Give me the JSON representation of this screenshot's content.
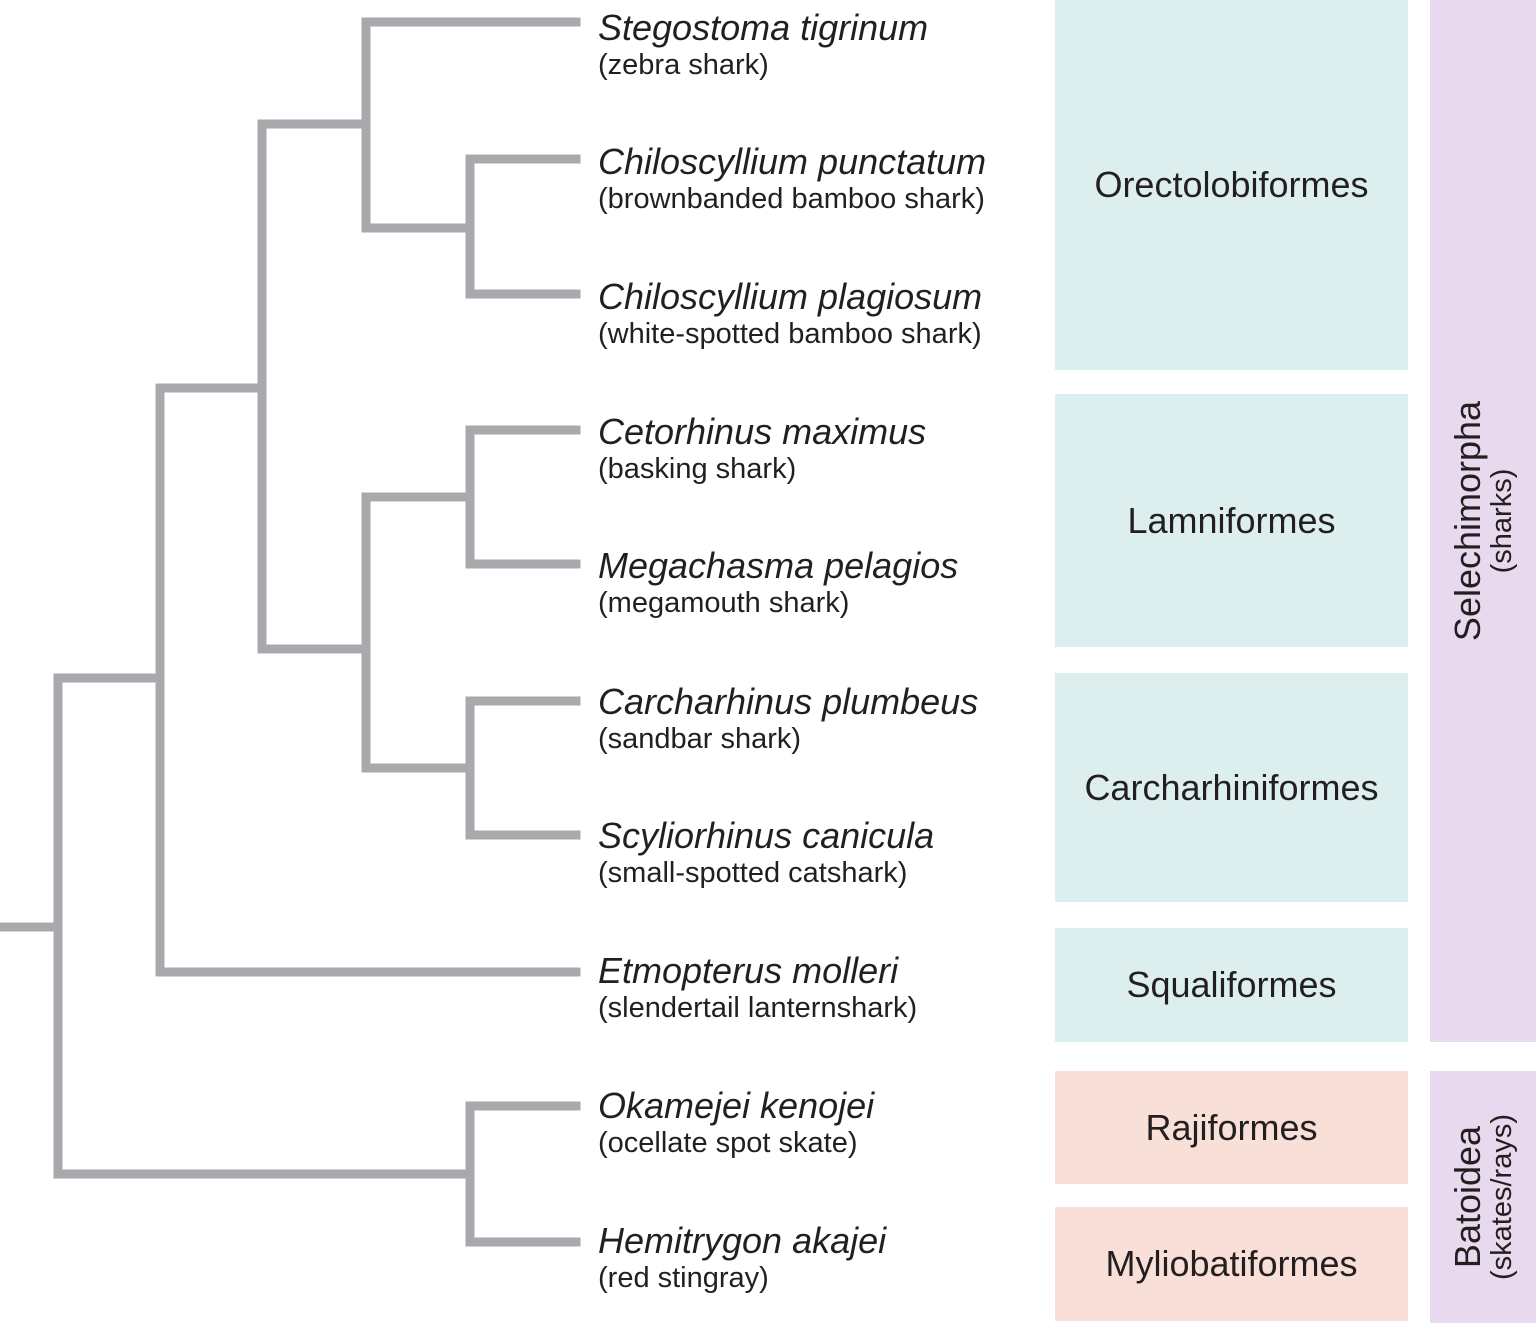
{
  "taxa": [
    {
      "scientific": "Stegostoma tigrinum",
      "common": "(zebra shark)"
    },
    {
      "scientific": "Chiloscyllium punctatum",
      "common": "(brownbanded bamboo shark)"
    },
    {
      "scientific": "Chiloscyllium plagiosum",
      "common": "(white-spotted bamboo shark)"
    },
    {
      "scientific": "Cetorhinus maximus",
      "common": "(basking shark)"
    },
    {
      "scientific": "Megachasma pelagios",
      "common": "(megamouth shark)"
    },
    {
      "scientific": "Carcharhinus plumbeus",
      "common": "(sandbar shark)"
    },
    {
      "scientific": "Scyliorhinus canicula",
      "common": "(small-spotted catshark)"
    },
    {
      "scientific": "Etmopterus molleri",
      "common": "(slendertail lanternshark)"
    },
    {
      "scientific": "Okamejei kenojei",
      "common": "(ocellate spot skate)"
    },
    {
      "scientific": "Hemitrygon akajei",
      "common": "(red stingray)"
    }
  ],
  "orders": [
    {
      "name": "Orectolobiformes",
      "taxa_count": 3,
      "color": "#dcefee"
    },
    {
      "name": "Lamniformes",
      "taxa_count": 2,
      "color": "#dcefee"
    },
    {
      "name": "Carcharhiniformes",
      "taxa_count": 2,
      "color": "#dcefee"
    },
    {
      "name": "Squaliformes",
      "taxa_count": 1,
      "color": "#dcefee"
    },
    {
      "name": "Rajiformes",
      "taxa_count": 1,
      "color": "#f8dfd8"
    },
    {
      "name": "Myliobatiformes",
      "taxa_count": 1,
      "color": "#f8dfd8"
    }
  ],
  "groups": [
    {
      "name": "Selechimorpha",
      "sub": "(sharks)",
      "color": "#e8d9ee"
    },
    {
      "name": "Batoidea",
      "sub": "(skates/rays)",
      "color": "#e8d9ee"
    }
  ],
  "tree_color": "#a7a9ac"
}
